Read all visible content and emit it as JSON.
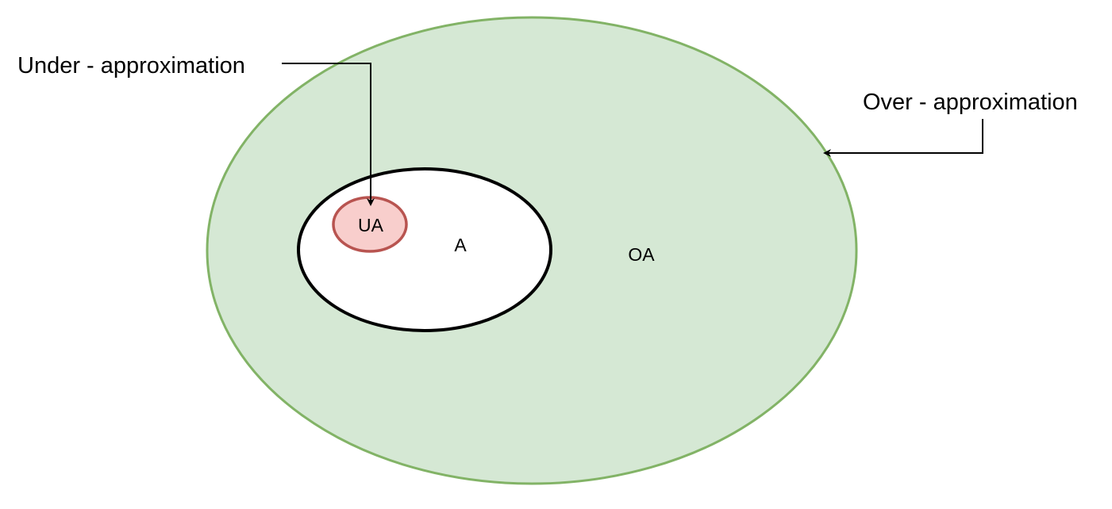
{
  "labels": {
    "under_approximation": "Under - approximation",
    "over_approximation": "Over - approximation",
    "ua": "UA",
    "a": "A",
    "oa": "OA"
  },
  "colors": {
    "oa_fill": "#d5e8d4",
    "oa_stroke": "#82b366",
    "a_fill": "#ffffff",
    "a_stroke": "#000000",
    "ua_fill": "#f8cecc",
    "ua_stroke": "#b85450",
    "arrow": "#000000"
  }
}
